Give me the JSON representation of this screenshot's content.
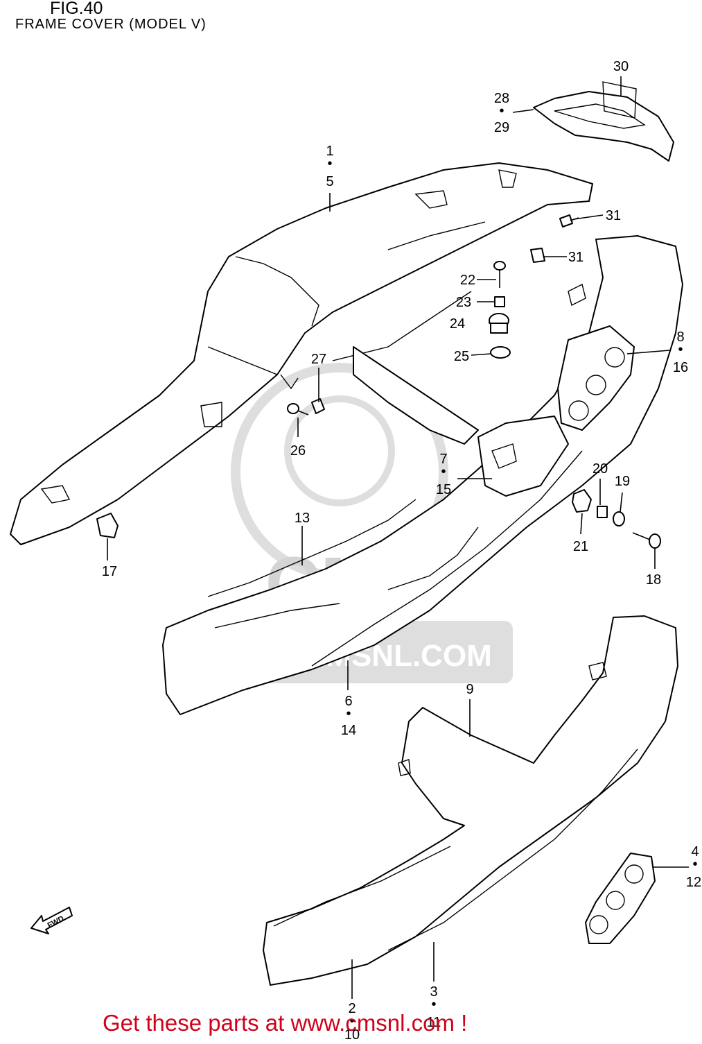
{
  "header": {
    "fig_label": "FIG.40",
    "subtitle": "FRAME COVER (MODEL V)"
  },
  "watermark": {
    "brand": "CMS",
    "url": "WWW.CMSNL.COM"
  },
  "callouts": {
    "c1_5": [
      "1",
      "5"
    ],
    "c28_29": [
      "28",
      "29"
    ],
    "c30": "30",
    "c31a": "31",
    "c31b": "31",
    "c22": "22",
    "c23": "23",
    "c24": "24",
    "c25": "25",
    "c8_16": [
      "8",
      "16"
    ],
    "c27": "27",
    "c26": "26",
    "c7_15": [
      "7",
      "15"
    ],
    "c20": "20",
    "c19": "19",
    "c21": "21",
    "c18": "18",
    "c13": "13",
    "c17": "17",
    "c6_14": [
      "6",
      "14"
    ],
    "c9": "9",
    "c4_12": [
      "4",
      "12"
    ],
    "c2_10": [
      "2",
      "10"
    ],
    "c3_11": [
      "3",
      "11"
    ]
  },
  "fwd_label": "FWD",
  "footer": "Get these parts at www.cmsnl.com !"
}
